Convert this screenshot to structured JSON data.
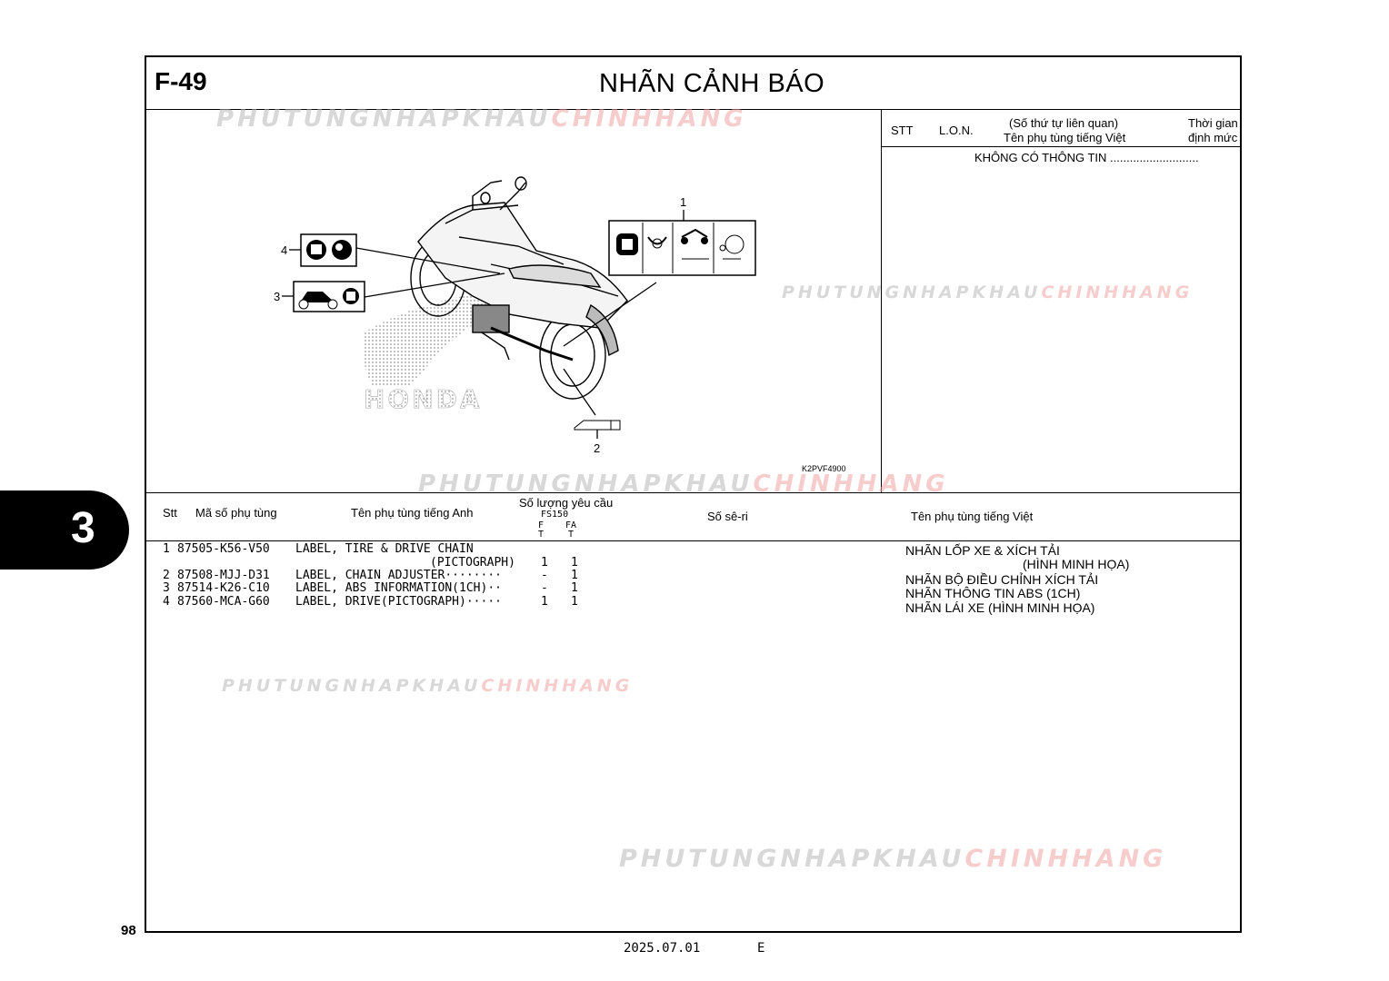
{
  "header": {
    "code": "F-49",
    "title": "NHÃN CẢNH BÁO"
  },
  "side_tab": {
    "label": "3"
  },
  "right_panel": {
    "col_stt": "STT",
    "col_lon": "L.O.N.",
    "col_ref_line1": "(Số thứ tự liên quan)",
    "col_ref_line2": "Tên phụ tùng tiếng Việt",
    "col_time_line1": "Thời gian",
    "col_time_line2": "định mức",
    "no_info": "KHÔNG CÓ THÔNG TIN ..........................."
  },
  "diagram": {
    "callouts": [
      "1",
      "2",
      "3",
      "4"
    ],
    "figure_code": "K2PVF4900",
    "brand": "HONDA"
  },
  "parts_header": {
    "stt": "Stt",
    "part_no": "Mã số phụ tùng",
    "name_en": "Tên phụ tùng tiếng Anh",
    "qty": "Số lượng yêu cầu",
    "model": "FS150",
    "sub1_top": "F",
    "sub1_bot": "T",
    "sub2_top": "FA",
    "sub2_bot": "T",
    "serial": "Số sê-ri",
    "name_vi": "Tên phụ tùng tiếng Việt"
  },
  "parts": [
    {
      "stt": "1",
      "part_no": "87505-K56-V50",
      "name_en": "LABEL, TIRE & DRIVE CHAIN",
      "name_en2": "(PICTOGRAPH)",
      "q1": "1",
      "q2": "1",
      "name_vi": "NHÃN LỐP XE & XÍCH TẢI",
      "name_vi2": "(HÌNH MINH HỌA)"
    },
    {
      "stt": "2",
      "part_no": "87508-MJJ-D31",
      "name_en": "LABEL, CHAIN ADJUSTER········",
      "q1": "-",
      "q2": "1",
      "name_vi": "NHÃN BỘ ĐIỀU CHỈNH XÍCH TẢI"
    },
    {
      "stt": "3",
      "part_no": "87514-K26-C10",
      "name_en": "LABEL, ABS INFORMATION(1CH)··",
      "q1": "-",
      "q2": "1",
      "name_vi": "NHÃN THÔNG TIN ABS (1CH)"
    },
    {
      "stt": "4",
      "part_no": "87560-MCA-G60",
      "name_en": "LABEL, DRIVE(PICTOGRAPH)·····",
      "q1": "1",
      "q2": "1",
      "name_vi": "NHÃN LÁI XE (HÌNH MINH HỌA)"
    }
  ],
  "watermark": {
    "part1": "PHUTUNGNHAPKHAU",
    "part2": "CHINHHANG"
  },
  "footer": {
    "page_no": "98",
    "date": "2025.07.01",
    "edition": "E"
  }
}
